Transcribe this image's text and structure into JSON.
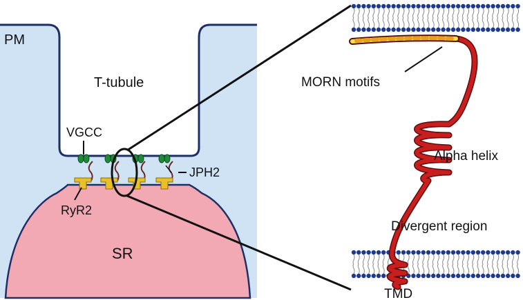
{
  "labels": {
    "pm": "PM",
    "t_tubule": "T-tubule",
    "vgcc": "VGCC",
    "jph2": "JPH2",
    "ryr2": "RyR2",
    "sr": "SR",
    "morn_motifs": "MORN motifs",
    "alpha_helix": "Alpha helix",
    "divergent_region": "Divergent region",
    "tmd": "TMD"
  },
  "colors": {
    "cytosol": "#cfe3f5",
    "membrane_outline": "#1e2f66",
    "sr_fill": "#f2a9b4",
    "vgcc": "#1f8a3a",
    "ryr2": "#e8c12a",
    "protein_red": "#c81e1e",
    "morn_yellow": "#f3e24a",
    "lipid_head": "#1e3a8a"
  }
}
